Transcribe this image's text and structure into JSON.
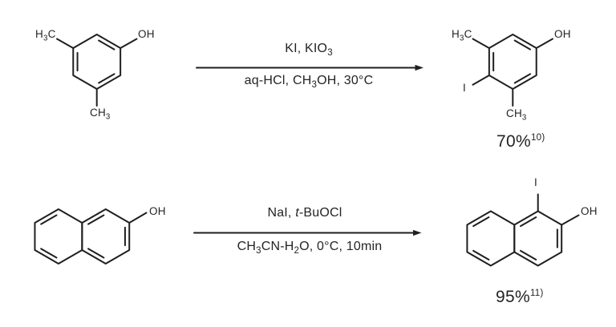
{
  "colors": {
    "line": "#1f1f1f",
    "text": "#242424",
    "background": "#ffffff"
  },
  "labels": {
    "h3c": {
      "main": "H",
      "sub": "3",
      "tail": "C"
    },
    "ch3": {
      "main": "CH",
      "sub": "3"
    },
    "oh": "OH",
    "iodo": "I"
  },
  "reaction1": {
    "reagents": {
      "main": "KI, KIO",
      "sub": "3"
    },
    "conditions": {
      "main": "aq-HCl, CH",
      "sub": "3",
      "tail": "OH, 30°C"
    },
    "yield": "70%",
    "reference": "10)"
  },
  "reaction2": {
    "reagents": {
      "main": "NaI, ",
      "italic": "t",
      "tail": "-BuOCl"
    },
    "conditions": {
      "p1": "CH",
      "s1": "3",
      "p2": "CN-H",
      "s2": "2",
      "p3": "O, 0°C, 10min"
    },
    "yield": "95%",
    "reference": "11)"
  }
}
